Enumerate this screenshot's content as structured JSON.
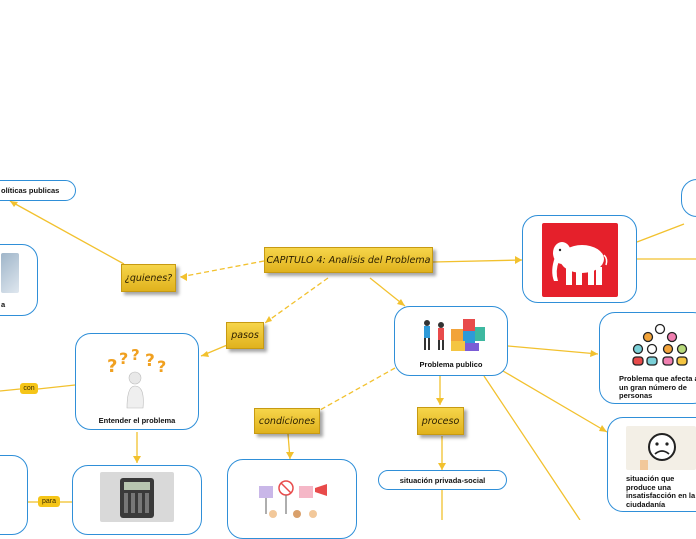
{
  "root": {
    "label": "CAPITULO 4: Analisis del Problema"
  },
  "topics": {
    "quienes": "¿quienes?",
    "pasos": "pasos",
    "condiciones": "condiciones",
    "proceso": "proceso"
  },
  "nodes": {
    "politicas": "olíticas publicas",
    "left_partial": "a",
    "problema_publico": "Problema publico",
    "entender": "Entender el problema",
    "situacion_privada": "situación privada-social",
    "afecta": "Problema que afecta a un gran número de personas",
    "insatisfaccion": "situación que produce una insatisfacción en la ciudadanía"
  },
  "tags": {
    "con": "con",
    "para": "para"
  },
  "colors": {
    "connector": "#f2c12e",
    "bubble_border": "#2f8fd8",
    "topic_fill": "#f3cd3c"
  }
}
